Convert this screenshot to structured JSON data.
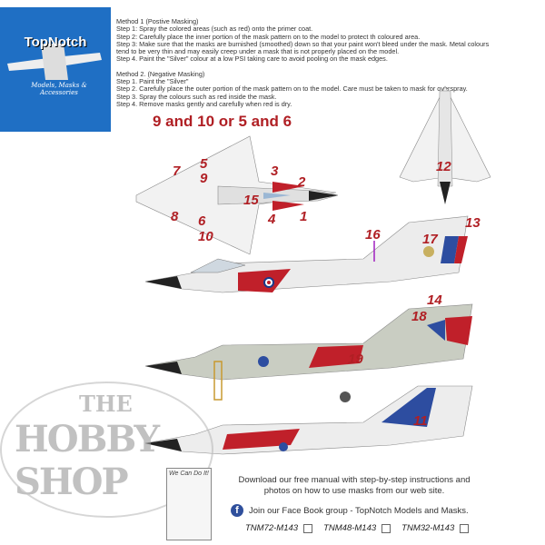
{
  "logo": {
    "brand": "TopNotch",
    "tagline": "Models, Masks & Accessories"
  },
  "instructions": {
    "method1_title": "Method 1 (Postive Masking)",
    "method1_steps": [
      "Step 1: Spray the colored areas (such as red) onto the primer coat.",
      "Step 2: Carefully place the inner portion of the mask pattern on to the model to protect th coloured area.",
      "Step 3: Make sure that the masks are burnished (smoothed) down so that your paint won't bleed under the mask. Metal colours",
      "tend to be very thin and may easily creep under a mask that is not properly placed on the model.",
      "Step 4. Paint the \"Silver\" colour at a low PSI taking care to avoid pooling on the mask edges."
    ],
    "method2_title": "Method 2. (Negative Masking)",
    "method2_steps": [
      "Step 1. Paint the \"Silver\"",
      "Step 2. Carefully place the outer portion of the mask pattern on to the model. Care must be taken to mask for overspray.",
      "Step 3. Spray the colours such as red inside the mask.",
      "Step 4. Remove masks gently and carefully when red is dry."
    ]
  },
  "scheme_label": "9 and 10 or 5 and 6",
  "callouts": [
    "7",
    "5",
    "9",
    "8",
    "6",
    "10",
    "3",
    "2",
    "15",
    "4",
    "1",
    "12",
    "16",
    "13",
    "17",
    "14",
    "18",
    "19",
    "11"
  ],
  "watermark": {
    "line1": "THE",
    "line2": "HOBBY SHOP"
  },
  "poster_text": "We Can Do It!",
  "footer": {
    "download": "Download our free manual with step-by-step instructions and photos on how to use masks from our web site.",
    "facebook_icon": "facebook-icon",
    "facebook": "Join our Face Book group - TopNotch Models and Masks.",
    "codes": [
      "TNM72-M143",
      "TNM48-M143",
      "TNM32-M143"
    ]
  },
  "colors": {
    "brand_blue": "#1f6fc4",
    "mask_red": "#b01f24"
  }
}
